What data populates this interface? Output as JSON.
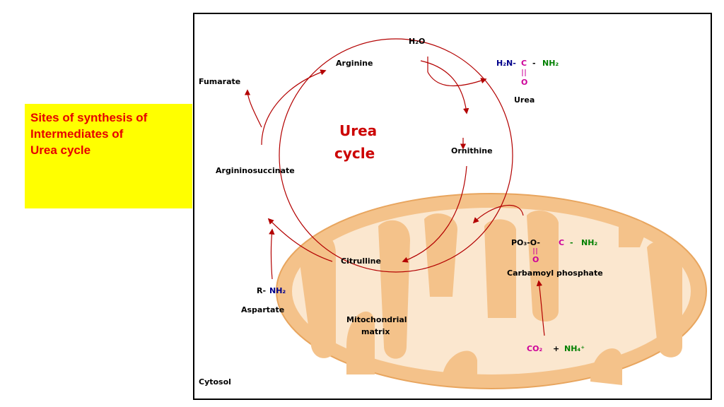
{
  "sidebar_note": {
    "lines": [
      "Sites of synthesis of",
      "Intermediates of",
      "Urea cycle"
    ]
  },
  "diagram": {
    "title_line1": "Urea",
    "title_line2": "cycle",
    "nodes": {
      "arginine": "Arginine",
      "ornithine": "Ornithine",
      "citrulline": "Citrulline",
      "argininosuccinate": "Argininosuccinate",
      "fumarate": "Fumarate",
      "water": "H₂O",
      "urea": "Urea",
      "aspartate": "Aspartate",
      "carbamoyl_phosphate": "Carbamoyl phosphate",
      "mitochondrial_matrix_1": "Mitochondrial",
      "mitochondrial_matrix_2": "matrix",
      "cytosol": "Cytosol"
    },
    "formulas": {
      "urea_left": "H₂N-",
      "urea_c": "C",
      "urea_dash": "-",
      "urea_right": "NH₂",
      "urea_o": "O",
      "aspartate_r": "R-",
      "aspartate_nh2": "NH₂",
      "cp_po3": "PO₃-O-",
      "cp_c": "C",
      "cp_dash": "-",
      "cp_nh2": "NH₂",
      "cp_o": "O",
      "co2": "CO₂",
      "plus": "+",
      "nh4": "NH₄⁺"
    },
    "colors": {
      "arrow": "#b30000",
      "mito_fill": "#f4c28a",
      "mito_stroke": "#e8a55e",
      "nitrogen_blue": "#00008b",
      "carbon_magenta": "#cc0099",
      "amine_green": "#008000"
    }
  }
}
